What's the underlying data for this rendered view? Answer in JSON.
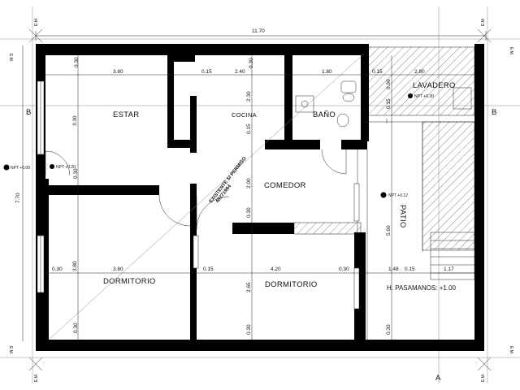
{
  "plan": {
    "overall_width": "11.70",
    "overall_depth": "7.70",
    "rooms": {
      "estar": "ESTAR",
      "cocina": "COCINA",
      "bano": "BAÑO",
      "lavadero": "LAVADERO",
      "comedor": "COMEDOR",
      "patio": "PATIO",
      "dormitorio_1": "DORMITORIO",
      "dormitorio_2": "DORMITORIO"
    },
    "dimensions": {
      "d030_a": "0.30",
      "d380_top": "3.80",
      "d015_a": "0.15",
      "d240": "2.40",
      "d030_b": "0.30",
      "d180": "1.80",
      "d015_b": "0.15",
      "d280": "2.80",
      "d330": "3.30",
      "d030_c": "0.30",
      "d030_v1": "0.30",
      "d230": "2.30",
      "d015_v": "0.15",
      "d200": "2.00",
      "d030_v2": "0.30",
      "d096": "0.96",
      "d015_v2": "0.15",
      "d560": "5.60",
      "d030_left": "0.30",
      "d380_bottom": "3.80",
      "d015_c": "0.15",
      "d420": "4.20",
      "d030_d": "0.30",
      "d148": "1.48",
      "d015_d": "0.15",
      "d117": "1.17",
      "d380_v": "3.80",
      "d265": "2.65",
      "d030_v3": "0.30",
      "d030_v4": "0.30",
      "d030_v5": "0.30"
    },
    "levels": {
      "n_left": "NPT +0.00",
      "n_door": "NPT +0.20",
      "n_lav": "NPT +0.30",
      "n_patio": "NPT +0.12"
    },
    "notes": {
      "existing": "EXISTENTE S/ PERMISO",
      "permit_no": "40271984",
      "railing": "H. PASAMANOS: +1.00"
    },
    "axes": {
      "b_left": "B",
      "b_right": "B",
      "a_bottom": "A",
      "em_tag": "E.M."
    }
  }
}
